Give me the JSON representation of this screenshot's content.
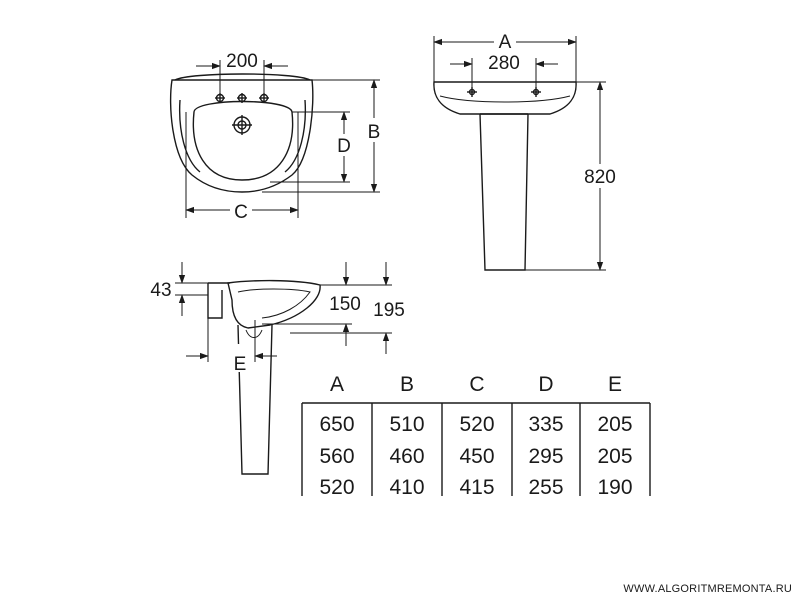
{
  "top_view": {
    "dim_200": "200",
    "dim_B": "B",
    "dim_D": "D",
    "dim_C": "C"
  },
  "front_view": {
    "dim_A": "A",
    "dim_280": "280",
    "dim_820": "820"
  },
  "side_view": {
    "dim_43": "43",
    "dim_150": "150",
    "dim_195": "195",
    "dim_E": "E"
  },
  "size_table": {
    "headers": [
      "A",
      "B",
      "C",
      "D",
      "E"
    ],
    "rows": [
      [
        "650",
        "510",
        "520",
        "335",
        "205"
      ],
      [
        "560",
        "460",
        "450",
        "295",
        "205"
      ],
      [
        "520",
        "410",
        "415",
        "255",
        "190"
      ]
    ]
  },
  "watermark": "WWW.ALGORITMREMONTA.RU"
}
